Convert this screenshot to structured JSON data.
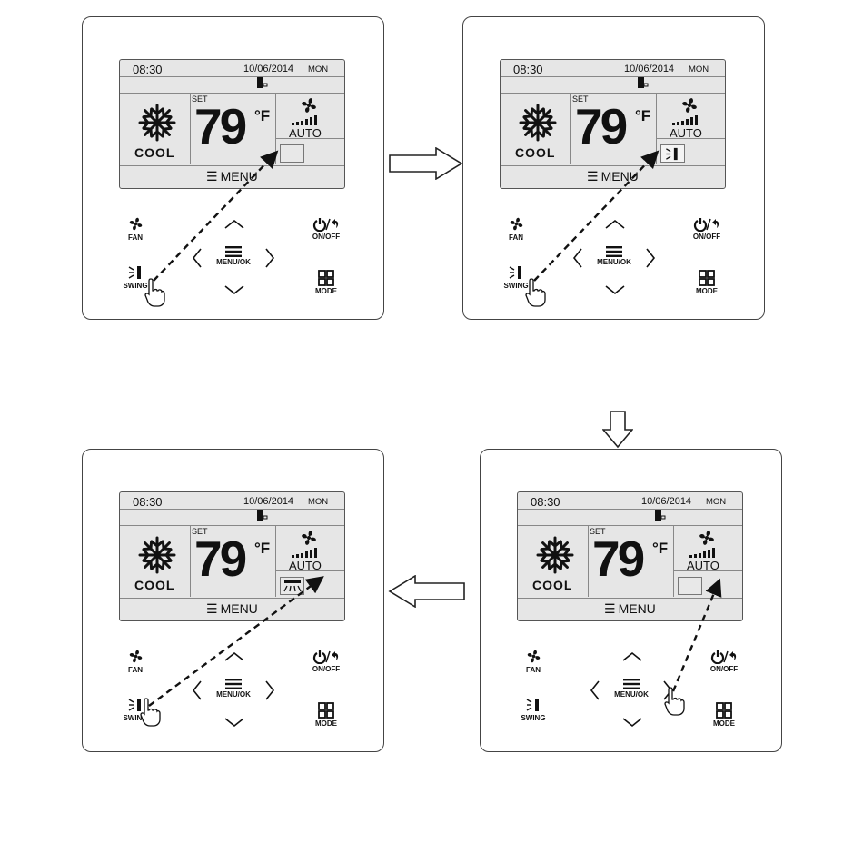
{
  "panels": [
    {
      "screen": {
        "time": "08:30",
        "date": "10/06/2014",
        "day": "MON",
        "set_label": "SET",
        "temperature": "79",
        "unit": "°F",
        "mode": "COOL",
        "fan_speed": "AUTO",
        "menu": "MENU",
        "swing_icon": "none"
      },
      "buttons": {
        "fan": "FAN",
        "onoff": "ON/OFF",
        "menu_ok": "MENU/OK",
        "swing": "SWING",
        "mode": "MODE"
      }
    },
    {
      "screen": {
        "time": "08:30",
        "date": "10/06/2014",
        "day": "MON",
        "set_label": "SET",
        "temperature": "79",
        "unit": "°F",
        "mode": "COOL",
        "fan_speed": "AUTO",
        "menu": "MENU",
        "swing_icon": "vertical-swing"
      },
      "buttons": {
        "fan": "FAN",
        "onoff": "ON/OFF",
        "menu_ok": "MENU/OK",
        "swing": "SWING",
        "mode": "MODE"
      }
    },
    {
      "screen": {
        "time": "08:30",
        "date": "10/06/2014",
        "day": "MON",
        "set_label": "SET",
        "temperature": "79",
        "unit": "°F",
        "mode": "COOL",
        "fan_speed": "AUTO",
        "menu": "MENU",
        "swing_icon": "horizontal-swing"
      },
      "buttons": {
        "fan": "FAN",
        "onoff": "ON/OFF",
        "menu_ok": "MENU/OK",
        "swing": "SWING",
        "mode": "MODE"
      }
    },
    {
      "screen": {
        "time": "08:30",
        "date": "10/06/2014",
        "day": "MON",
        "set_label": "SET",
        "temperature": "79",
        "unit": "°F",
        "mode": "COOL",
        "fan_speed": "AUTO",
        "menu": "MENU",
        "swing_icon": "none"
      },
      "buttons": {
        "fan": "FAN",
        "onoff": "ON/OFF",
        "menu_ok": "MENU/OK",
        "swing": "SWING",
        "mode": "MODE"
      }
    }
  ],
  "flow_arrows": [
    "right",
    "down",
    "left"
  ],
  "colors": {
    "screen": "#e6e6e6",
    "border": "#444444",
    "ink": "#111111"
  }
}
